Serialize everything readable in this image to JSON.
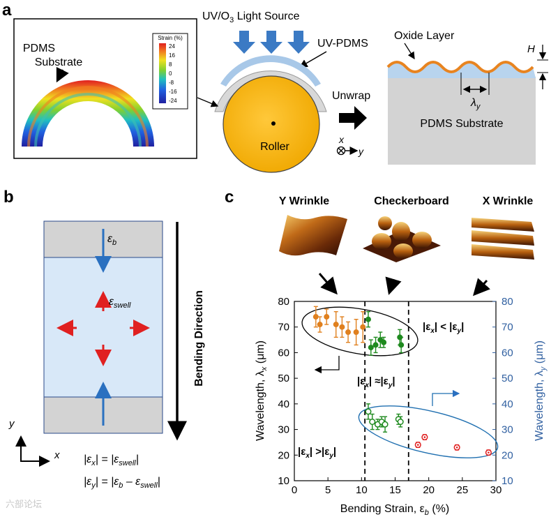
{
  "panels": {
    "a": "a",
    "b": "b",
    "c": "c"
  },
  "panel_a": {
    "substrate_label_1": "PDMS",
    "substrate_label_2": "Substrate",
    "colorbar_title": "Strain (%)",
    "colorbar_ticks": [
      "24",
      "16",
      "8",
      "0",
      "-8",
      "-16",
      "-24"
    ],
    "light_source": "UV/O",
    "light_source_sub": "3",
    "light_source_suffix": " Light Source",
    "uv_pdms": "UV-PDMS",
    "roller": "Roller",
    "unwrap": "Unwrap",
    "oxide_layer": "Oxide Layer",
    "amplitude": "H",
    "wavelength_sym": "λ",
    "wavelength_sub": "y",
    "pdms_substrate": "PDMS Substrate",
    "axis_x": "x",
    "axis_y": "y"
  },
  "panel_b": {
    "eps_b": "ε",
    "eps_b_sub": "b",
    "eps_swell": "ε",
    "eps_swell_sub": "swell",
    "bending_direction": "Bending Direction",
    "axis_x": "x",
    "axis_y": "y",
    "eq1_a": "|ε",
    "eq1_a_sub": "x",
    "eq1_b": "| = |ε",
    "eq1_b_sub": "swell",
    "eq1_c": "|",
    "eq2_a": "|ε",
    "eq2_a_sub": "y",
    "eq2_b": "| = |ε",
    "eq2_b_sub": "b",
    "eq2_c": " – ε",
    "eq2_c_sub": "swell",
    "eq2_d": "|"
  },
  "panel_c": {
    "y_wrinkle": "Y Wrinkle",
    "checkerboard": "Checkerboard",
    "x_wrinkle": "X Wrinkle",
    "region_left": "|ε",
    "region_left_sub1": "x",
    "region_left_mid": "| >|ε",
    "region_left_sub2": "y",
    "region_left_end": "|",
    "region_mid": "|ε",
    "region_mid_sub1": "x",
    "region_mid_mid": "| ≈|ε",
    "region_mid_sub2": "y",
    "region_mid_end": "|",
    "region_right": "|ε",
    "region_right_sub1": "x",
    "region_right_mid": "| < |ε",
    "region_right_sub2": "y",
    "region_right_end": "|",
    "watermark": "六部论坛"
  },
  "chart_data": {
    "type": "scatter",
    "xlabel": "Bending Strain, ε",
    "xlabel_sub": "b",
    "xlabel_suffix": " (%)",
    "ylabel_left": "Wavelength, λ",
    "ylabel_left_sub": "x",
    "ylabel_left_suffix": " (μm)",
    "ylabel_right": "Wavelength, λ",
    "ylabel_right_sub": "y",
    "ylabel_right_suffix": " (μm)",
    "xlim": [
      0,
      30
    ],
    "ylim": [
      10,
      80
    ],
    "xticks": [
      0,
      5,
      10,
      15,
      20,
      25,
      30
    ],
    "yticks": [
      10,
      20,
      30,
      40,
      50,
      60,
      70,
      80
    ],
    "dashed_lines_x": [
      10.5,
      17
    ],
    "colors": {
      "orange": "#e0801e",
      "green": "#1f8a1f",
      "red": "#e02020",
      "blue_axis": "#2f5fa0",
      "ellipse_blue": "#1f6fb0"
    },
    "series": [
      {
        "marker": "filled",
        "color": "orange",
        "points": [
          [
            3.2,
            74,
            4
          ],
          [
            3.8,
            71,
            3
          ],
          [
            4.8,
            74,
            3
          ],
          [
            6.2,
            71,
            5
          ],
          [
            7.1,
            70,
            4
          ],
          [
            8.0,
            68,
            4
          ],
          [
            9.2,
            68,
            5
          ],
          [
            10.2,
            70,
            6
          ]
        ]
      },
      {
        "marker": "filled",
        "color": "green",
        "points": [
          [
            11.0,
            73,
            3
          ],
          [
            11.4,
            62,
            3
          ],
          [
            12.1,
            63,
            3
          ],
          [
            12.8,
            65,
            3
          ],
          [
            13.3,
            64,
            2
          ],
          [
            15.7,
            66,
            3
          ],
          [
            15.9,
            63,
            3
          ]
        ]
      },
      {
        "marker": "open",
        "color": "green",
        "points": [
          [
            11.0,
            37,
            3
          ],
          [
            11.6,
            33,
            3
          ],
          [
            12.4,
            32,
            2
          ],
          [
            13.0,
            33,
            2
          ],
          [
            13.5,
            32,
            3
          ],
          [
            15.5,
            34,
            2
          ],
          [
            15.8,
            33,
            2
          ]
        ]
      },
      {
        "marker": "open",
        "color": "red",
        "points": [
          [
            18.4,
            24,
            1
          ],
          [
            19.4,
            27,
            1
          ],
          [
            24.2,
            23,
            1
          ],
          [
            28.9,
            21,
            1
          ]
        ]
      }
    ]
  }
}
